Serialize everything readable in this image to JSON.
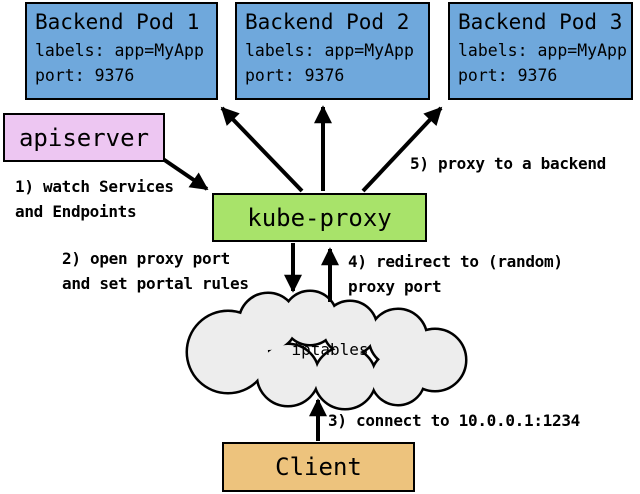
{
  "colors": {
    "background": "#ffffff",
    "outline": "#000000",
    "pod_fill": "#6fa8dc",
    "apiserver_fill": "#edc6f2",
    "kube_proxy_fill": "#a8e36a",
    "client_fill": "#edc37d",
    "cloud_fill": "#ededed"
  },
  "pods": [
    {
      "title": "Backend Pod 1",
      "labels_line": "labels: app=MyApp",
      "port_line": "port: 9376"
    },
    {
      "title": "Backend Pod 2",
      "labels_line": "labels: app=MyApp",
      "port_line": "port: 9376"
    },
    {
      "title": "Backend Pod 3",
      "labels_line": "labels: app=MyApp",
      "port_line": "port: 9376"
    }
  ],
  "apiserver": {
    "label": "apiserver"
  },
  "kube_proxy": {
    "label": "kube-proxy"
  },
  "iptables": {
    "label": "iptables"
  },
  "client": {
    "label": "Client"
  },
  "annotations": {
    "step1": {
      "lines": [
        "1) watch Services",
        "and Endpoints"
      ]
    },
    "step2": {
      "lines": [
        "2) open proxy port",
        "and set portal rules"
      ]
    },
    "step3": {
      "lines": [
        "3) connect to 10.0.0.1:1234"
      ]
    },
    "step4": {
      "lines": [
        "4) redirect to (random)",
        "proxy port"
      ]
    },
    "step5": {
      "lines": [
        "5) proxy to a backend"
      ]
    }
  }
}
